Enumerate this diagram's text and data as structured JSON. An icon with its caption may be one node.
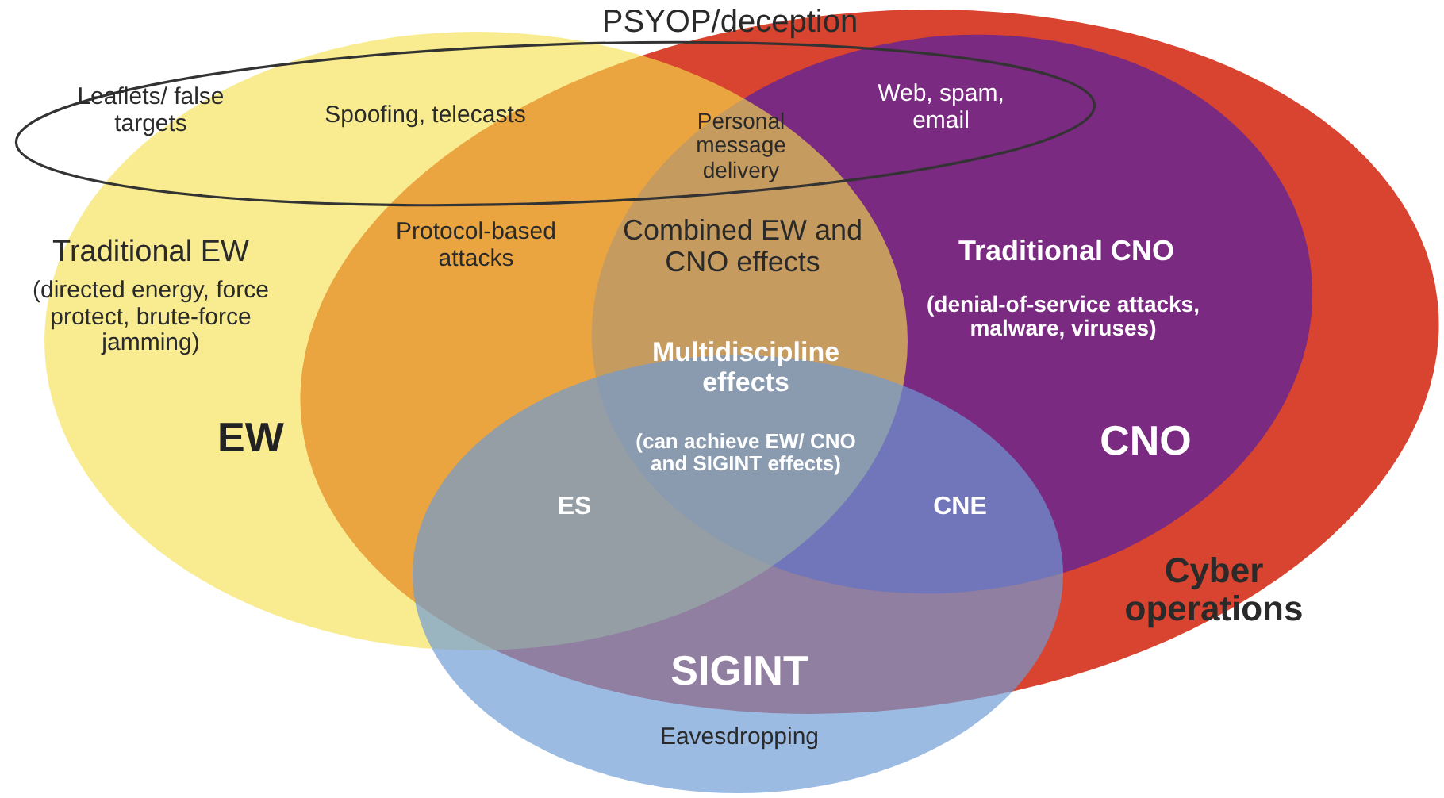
{
  "diagram": {
    "nodes": [
      {
        "text": [
          "PSYOP/deception"
        ]
      },
      {
        "text": [
          "EW"
        ]
      },
      {
        "text": [
          "CNO"
        ],
        "in": 4
      },
      {
        "text": [
          "SIGINT"
        ]
      },
      {
        "text": [
          "Cyber operations"
        ]
      }
    ],
    "labels": [
      "Leaflets/ false targets",
      "Spoofing, telecasts",
      "Personal message delivery",
      "Web, spam, email",
      "Traditional EW",
      "(directed energy, force protect, brute-force jamming)",
      "Protocol-based attacks",
      "Combined EW and CNO effects",
      "Traditional CNO",
      "(denial-of-service attacks, malware, viruses)",
      "Multidiscipline effects",
      "(can achieve EW/ CNO and SIGINT effects)",
      "ES",
      "CNE",
      "Eavesdropping"
    ]
  }
}
